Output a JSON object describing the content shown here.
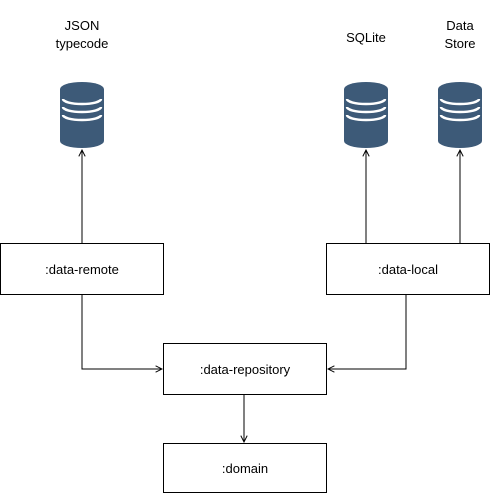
{
  "diagram": {
    "stores": {
      "json": {
        "line1": "JSON",
        "line2": "typecode"
      },
      "sqlite": {
        "line1": "SQLite"
      },
      "datastore": {
        "line1": "Data",
        "line2": "Store"
      }
    },
    "modules": {
      "data_remote": ":data-remote",
      "data_local": ":data-local",
      "data_repository": ":data-repository",
      "domain": ":domain"
    },
    "colors": {
      "database_fill": "#3d5a78",
      "database_band": "#ffffff",
      "line": "#000000",
      "box_border": "#000000"
    }
  }
}
